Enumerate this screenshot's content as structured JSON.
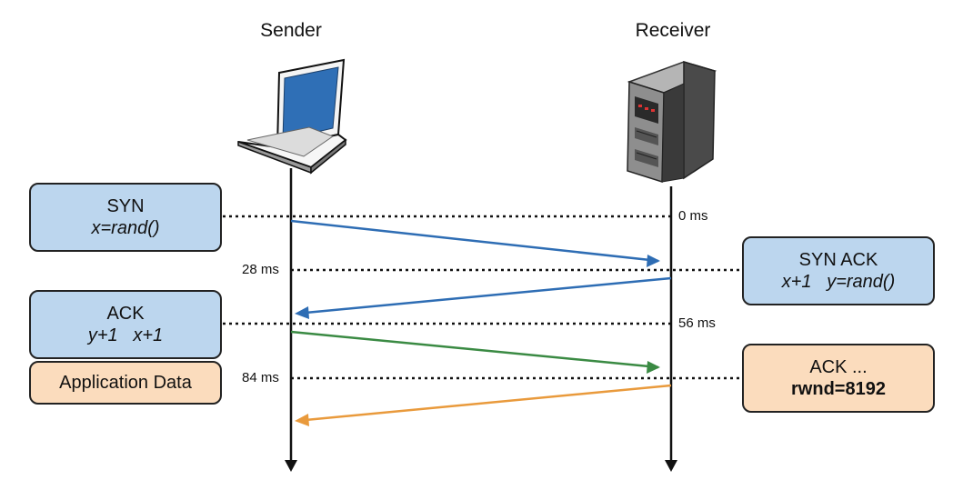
{
  "actors": {
    "sender": "Sender",
    "receiver": "Receiver"
  },
  "times": {
    "t0": "0 ms",
    "t28": "28 ms",
    "t56": "56 ms",
    "t84": "84 ms"
  },
  "boxes": {
    "syn": {
      "title": "SYN",
      "detail": "x=rand()"
    },
    "syn_ack": {
      "title": "SYN ACK",
      "detail": "x+1   y=rand()"
    },
    "ack": {
      "title": "ACK",
      "detail": "y+1   x+1"
    },
    "app_data": {
      "title": "Application Data"
    },
    "ack_rwnd": {
      "title": "ACK ...",
      "detail": "rwnd=8192"
    }
  },
  "colors": {
    "blue_arrow": "#2e6db4",
    "green_arrow": "#3a8a43",
    "orange_arrow": "#e99a3c",
    "box_blue": "#bcd6ee",
    "box_peach": "#fbdcbd"
  },
  "icons": {
    "sender": "laptop-icon",
    "receiver": "server-tower-icon"
  }
}
